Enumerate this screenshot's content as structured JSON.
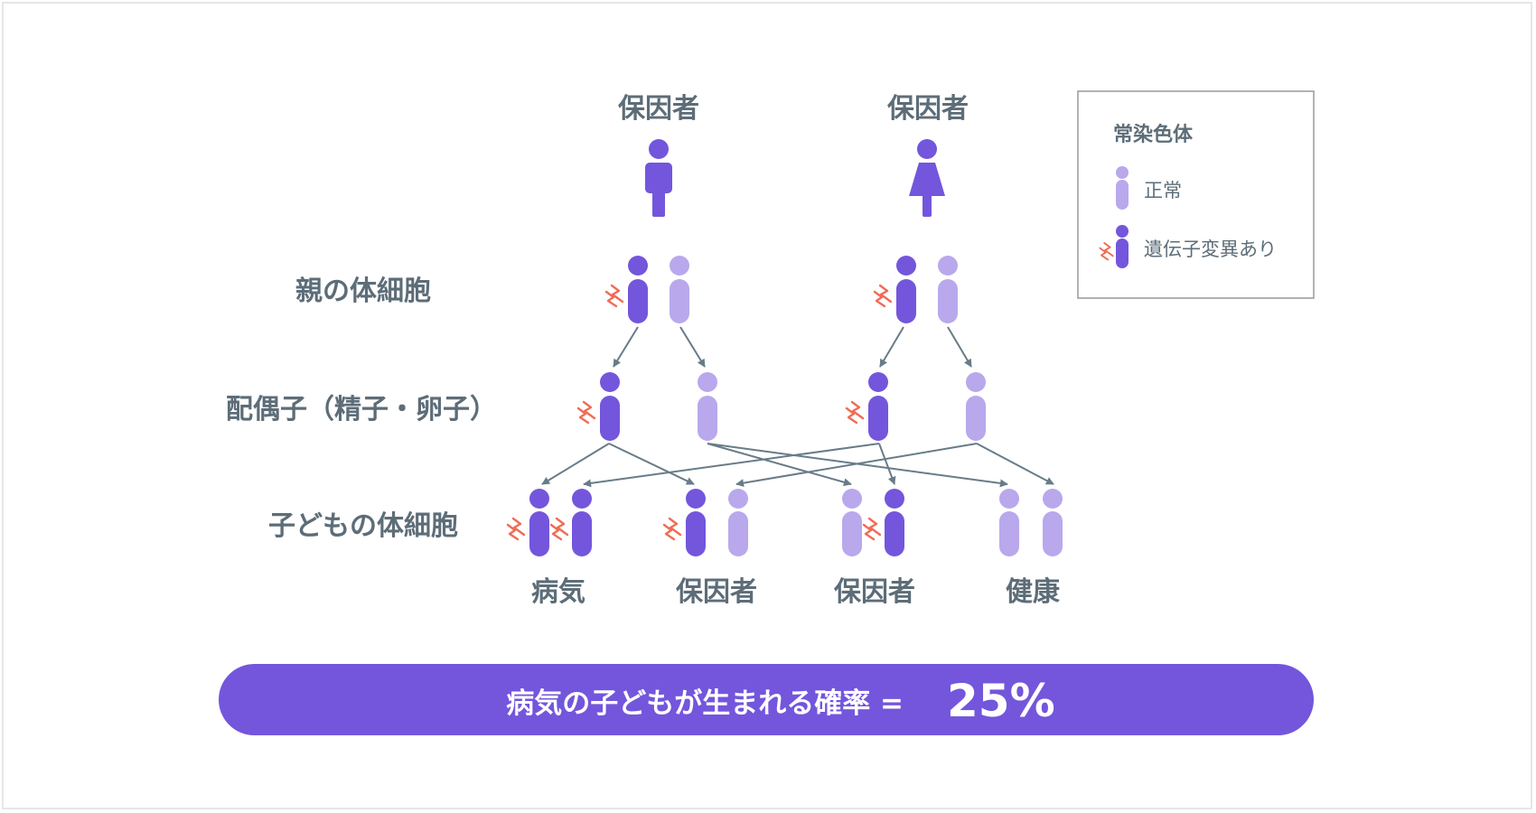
{
  "colors": {
    "mutant": "#7356dc",
    "normal": "#b9a8ec",
    "person": "#7356dc",
    "arrow": "#687c88",
    "label": "#5d6d78",
    "spark": "#f06c55",
    "banner": "#7356dc",
    "legend_border": "#999999"
  },
  "parents": {
    "father_label": "保因者",
    "mother_label": "保因者"
  },
  "rows": {
    "parent_cells": "親の体細胞",
    "gametes": "配偶子（精子・卵子）",
    "child_cells": "子どもの体細胞"
  },
  "children": [
    {
      "label": "病気"
    },
    {
      "label": "保因者"
    },
    {
      "label": "保因者"
    },
    {
      "label": "健康"
    }
  ],
  "legend": {
    "title": "常染色体",
    "normal": "正常",
    "mutant": "遺伝子変異あり"
  },
  "banner": {
    "text": "病気の子どもが生まれる確率 =",
    "value": "25%"
  }
}
